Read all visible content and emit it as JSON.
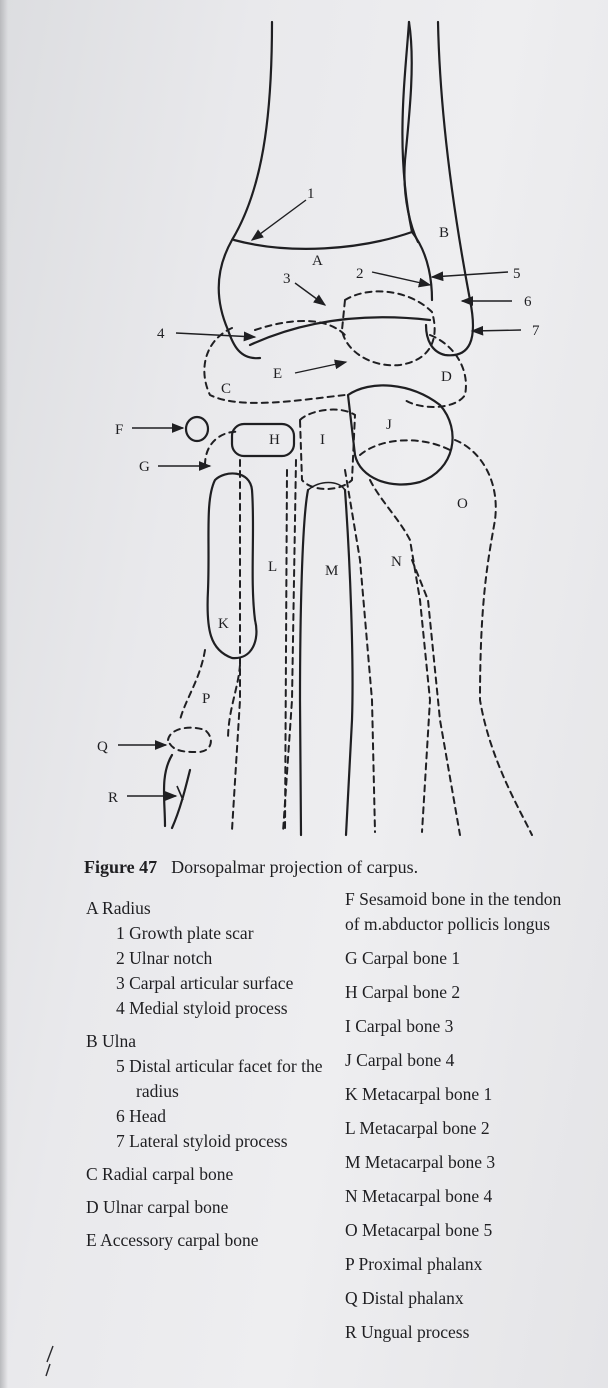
{
  "figure": {
    "number": "Figure 47",
    "title": "Dorsopalmar projection of carpus."
  },
  "diagram_labels": {
    "A": "A",
    "B": "B",
    "C": "C",
    "D": "D",
    "E": "E",
    "F": "F",
    "G": "G",
    "H": "H",
    "I": "I",
    "J": "J",
    "K": "K",
    "L": "L",
    "M": "M",
    "N": "N",
    "O": "O",
    "P": "P",
    "Q": "Q",
    "R": "R",
    "n1": "1",
    "n2": "2",
    "n3": "3",
    "n4": "4",
    "n5": "5",
    "n6": "6",
    "n7": "7"
  },
  "legend_left": [
    {
      "kind": "group",
      "text": "A  Radius"
    },
    {
      "kind": "sub",
      "text": "1  Growth plate scar"
    },
    {
      "kind": "sub",
      "text": "2  Ulnar notch"
    },
    {
      "kind": "sub",
      "text": "3  Carpal articular surface"
    },
    {
      "kind": "sub",
      "text": "4  Medial styloid process"
    },
    {
      "kind": "group",
      "text": "B  Ulna"
    },
    {
      "kind": "sub",
      "text": "5  Distal articular facet for the radius"
    },
    {
      "kind": "sub",
      "text": "6  Head"
    },
    {
      "kind": "sub",
      "text": "7  Lateral styloid process"
    },
    {
      "kind": "group",
      "text": "C  Radial carpal bone"
    },
    {
      "kind": "group",
      "text": "D  Ulnar carpal bone"
    },
    {
      "kind": "group",
      "text": "E  Accessory carpal bone"
    }
  ],
  "legend_right": [
    {
      "text": "F  Sesamoid bone in the tendon of m.abductor pollicis longus"
    },
    {
      "text": "G  Carpal bone 1"
    },
    {
      "text": "H  Carpal bone 2"
    },
    {
      "text": "I   Carpal bone 3"
    },
    {
      "text": "J   Carpal bone 4"
    },
    {
      "text": "K  Metacarpal bone 1"
    },
    {
      "text": "L  Metacarpal bone 2"
    },
    {
      "text": "M  Metacarpal bone 3"
    },
    {
      "text": "N  Metacarpal bone 4"
    },
    {
      "text": "O  Metacarpal bone 5"
    },
    {
      "text": "P  Proximal phalanx"
    },
    {
      "text": "Q  Distal phalanx"
    },
    {
      "text": "R  Ungual process"
    }
  ]
}
